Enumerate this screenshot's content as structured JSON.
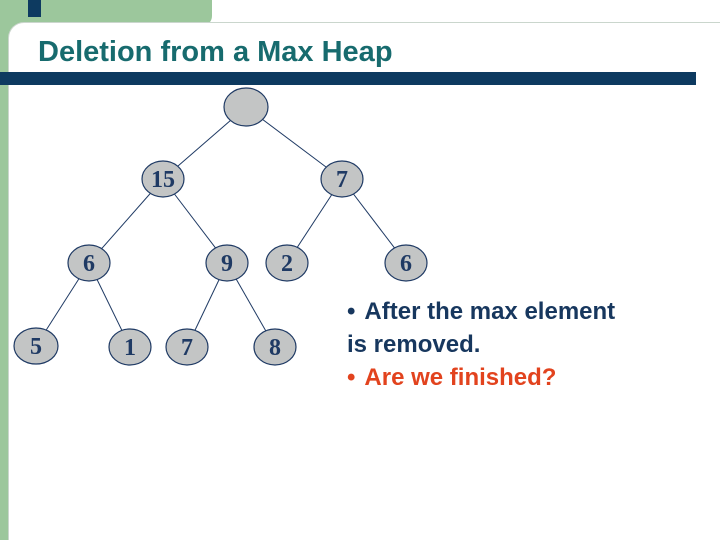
{
  "slide": {
    "title": "Deletion from a Max Heap"
  },
  "tree": {
    "description": "max heap after removing the max element; root circle is empty",
    "nodes": [
      {
        "id": "removed-root",
        "label": ""
      },
      {
        "id": "node-15",
        "label": "15"
      },
      {
        "id": "node-7",
        "label": "7"
      },
      {
        "id": "node-6-left",
        "label": "6"
      },
      {
        "id": "node-9",
        "label": "9"
      },
      {
        "id": "node-2",
        "label": "2"
      },
      {
        "id": "node-6-right",
        "label": "6"
      },
      {
        "id": "node-5",
        "label": "5"
      },
      {
        "id": "node-1",
        "label": "1"
      },
      {
        "id": "node-7-leaf",
        "label": "7"
      },
      {
        "id": "node-8",
        "label": "8"
      }
    ],
    "edges": [
      [
        "removed-root",
        "node-15"
      ],
      [
        "removed-root",
        "node-7"
      ],
      [
        "node-15",
        "node-6-left"
      ],
      [
        "node-15",
        "node-9"
      ],
      [
        "node-7",
        "node-2"
      ],
      [
        "node-7",
        "node-6-right"
      ],
      [
        "node-6-left",
        "node-5"
      ],
      [
        "node-6-left",
        "node-1"
      ],
      [
        "node-9",
        "node-7-leaf"
      ],
      [
        "node-9",
        "node-8"
      ]
    ]
  },
  "notes": {
    "items": [
      {
        "bullet": "•",
        "lines": [
          "After the max element",
          "is removed."
        ],
        "color": "#17375E"
      },
      {
        "bullet": "•",
        "lines": [
          "Are we finished?"
        ],
        "color": "#E2431E"
      }
    ]
  },
  "colors": {
    "title_teal": "#176B6E",
    "bar_navy": "#0D3A60",
    "accent_green": "#9CC79C",
    "node_fill_gray": "#C3C5C5",
    "node_stroke_navy": "#1F3A64",
    "body_text_navy": "#17375E",
    "accent_orange": "#E2431E"
  }
}
